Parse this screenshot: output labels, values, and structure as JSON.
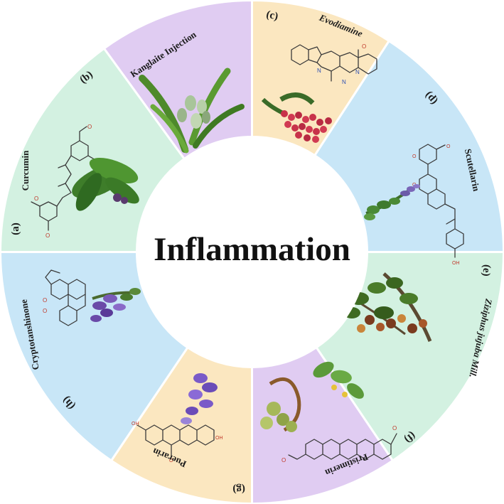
{
  "center_title": "Inflammation",
  "colors": {
    "green": "#d3f1e1",
    "purple": "#e0ccf2",
    "peach": "#fbe7c0",
    "blue": "#c8e6f7",
    "divider": "#ffffff"
  },
  "segments": [
    {
      "letter": "(a)",
      "title": "Curcumin",
      "color": "#d3f1e1",
      "italic": false
    },
    {
      "letter": "(b)",
      "title": "Kanglaite Injection",
      "color": "#e0ccf2",
      "italic": false
    },
    {
      "letter": "(c)",
      "title": "Evodiamine",
      "color": "#fbe7c0",
      "italic": true
    },
    {
      "letter": "(d)",
      "title": "Scutellarin",
      "color": "#c8e6f7",
      "italic": false
    },
    {
      "letter": "(e)",
      "title": "Ziziphus jujuba Mill.",
      "color": "#d3f1e1",
      "italic": true
    },
    {
      "letter": "(f)",
      "title": "Pristimerin",
      "color": "#e0ccf2",
      "italic": false
    },
    {
      "letter": "(g)",
      "title": "Puerarin",
      "color": "#fbe7c0",
      "italic": false
    },
    {
      "letter": "(h)",
      "title": "Cryptotanshinone",
      "color": "#c8e6f7",
      "italic": false
    }
  ]
}
